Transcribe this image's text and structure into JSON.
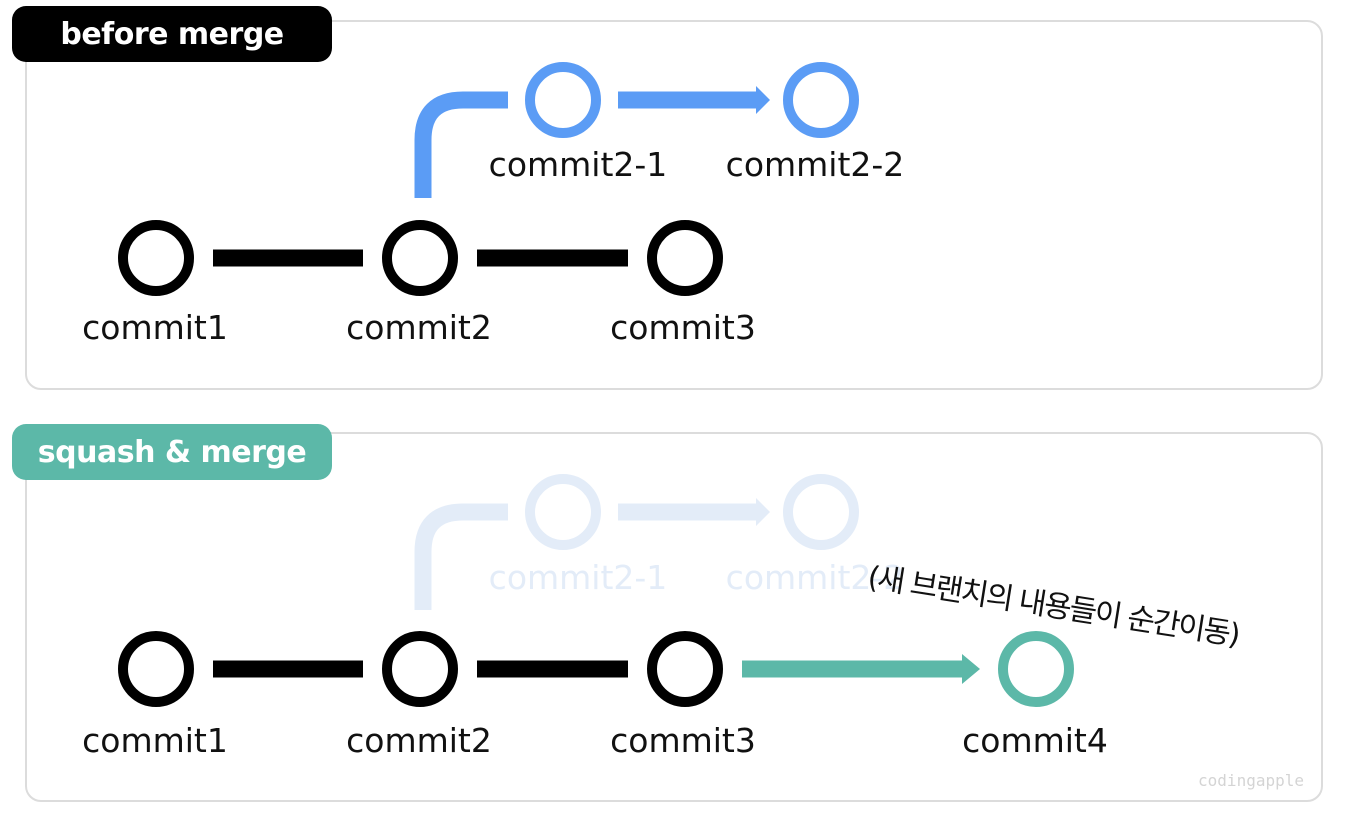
{
  "sections": {
    "before": {
      "title": "before merge",
      "labels": {
        "commit1": "commit1",
        "commit2": "commit2",
        "commit3": "commit3",
        "commit2_1": "commit2-1",
        "commit2_2": "commit2-2"
      }
    },
    "squash": {
      "title": "squash & merge",
      "labels": {
        "commit1": "commit1",
        "commit2": "commit2",
        "commit3": "commit3",
        "commit2_1": "commit2-1",
        "commit2_2": "commit2-2",
        "commit4": "commit4"
      },
      "note": "(새 브랜치의 내용들이 순간이동)"
    }
  },
  "watermark": "codingapple",
  "colors": {
    "main": "#000000",
    "branch": "#5b9cf5",
    "branch_faded": "#e3ecf8",
    "squash": "#5cb8a8",
    "panel_border": "#dcdcdc"
  }
}
